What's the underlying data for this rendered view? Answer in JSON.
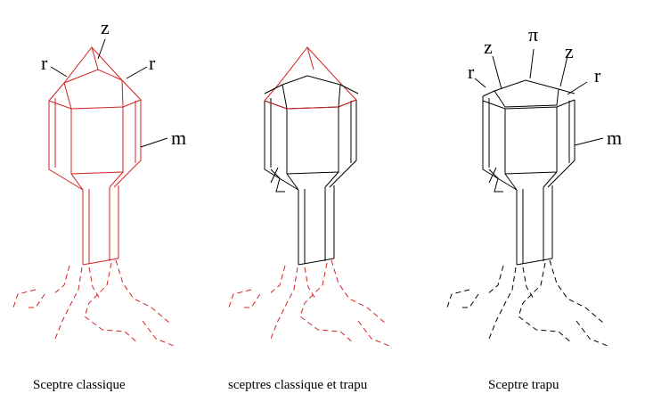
{
  "figures": [
    {
      "caption": "Sceptre classique",
      "labels": {
        "r_left": "r",
        "z": "z",
        "r_right": "r",
        "m": "m"
      },
      "color": "#d42020"
    },
    {
      "caption": "sceptres classique et trapu",
      "color": "#d42020"
    },
    {
      "caption": "Sceptre trapu",
      "labels": {
        "pi": "π",
        "z_left": "z",
        "z_right": "z",
        "r_left": "r",
        "r_right": "r",
        "m": "m"
      },
      "color": "#000000"
    }
  ]
}
